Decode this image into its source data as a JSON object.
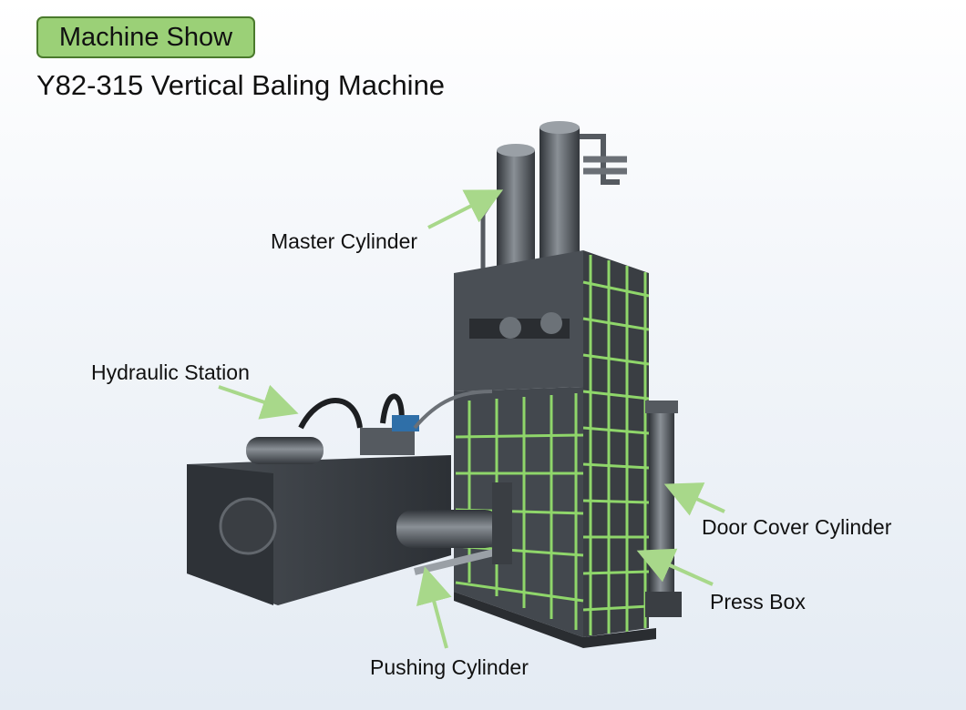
{
  "badge": {
    "label": "Machine Show"
  },
  "title": "Y82-315 Vertical Baling Machine",
  "labels": {
    "master_cylinder": "Master Cylinder",
    "hydraulic_station": "Hydraulic Station",
    "door_cover_cylinder": "Door Cover Cylinder",
    "press_box": "Press Box",
    "pushing_cylinder": "Pushing Cylinder"
  },
  "colors": {
    "badge_fill": "#9bd077",
    "badge_border": "#4a7a2c",
    "arrow": "#a8d88a",
    "machine_body": "#3e4247",
    "frame_highlight": "#8fd66a"
  }
}
